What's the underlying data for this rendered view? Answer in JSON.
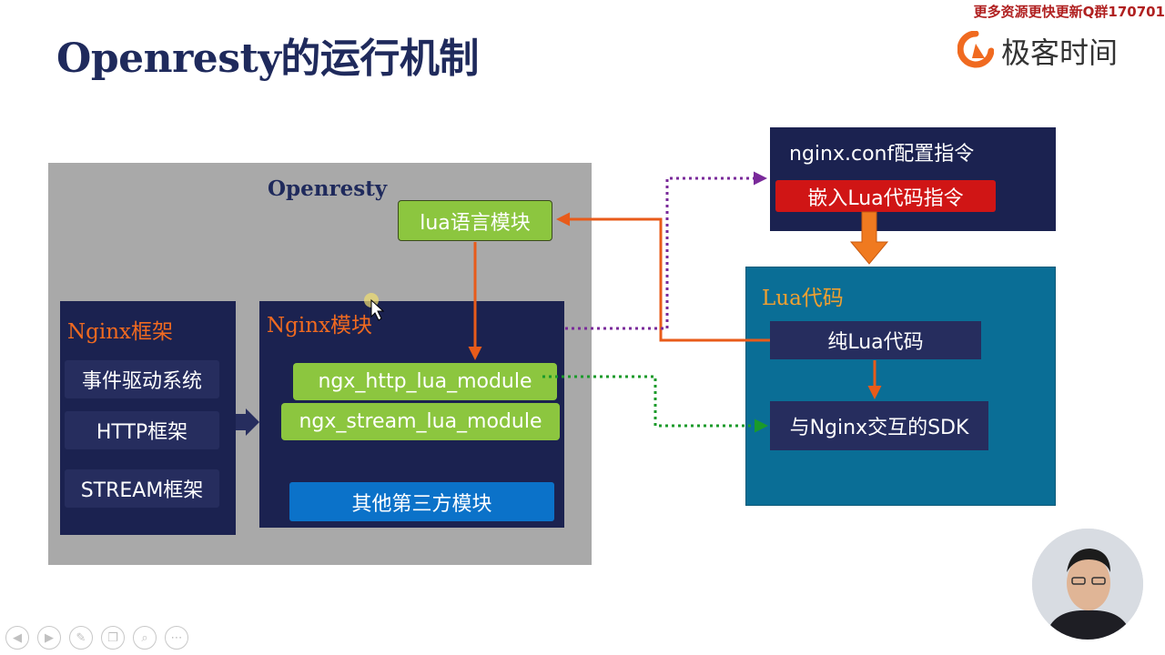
{
  "slide": {
    "title": "Openresty的运行机制",
    "watermark": "更多资源更快更新Q群170701",
    "brand": {
      "name": "极客时间",
      "color": "#f06a20"
    }
  },
  "openresty": {
    "label": "Openresty",
    "lua_lang_module": "lua语言模块",
    "nginx_framework": {
      "heading": "Nginx框架",
      "items": [
        "事件驱动系统",
        "HTTP框架",
        "STREAM框架"
      ]
    },
    "nginx_modules": {
      "heading": "Nginx模块",
      "http_lua": "ngx_http_lua_module",
      "stream_lua": "ngx_stream_lua_module",
      "third_party": "其他第三方模块"
    }
  },
  "nginx_conf": {
    "title": "nginx.conf配置指令",
    "embed": "嵌入Lua代码指令"
  },
  "lua_code": {
    "heading": "Lua代码",
    "pure": "纯Lua代码",
    "sdk": "与Nginx交互的SDK"
  },
  "colors": {
    "panel_gray": "#a9a9a9",
    "navy": "#1b2250",
    "orange_arrow": "#e85b1a",
    "green": "#8cc63f",
    "blue": "#0b72c9",
    "red": "#d01515",
    "teal": "#0a6e96",
    "purple_dotted": "#7a2a9a",
    "green_dotted": "#1a9a2a"
  },
  "controls": {
    "nav_icons": [
      "prev-icon",
      "next-icon",
      "pen-icon",
      "copy-icon",
      "zoom-icon",
      "more-icon"
    ]
  }
}
